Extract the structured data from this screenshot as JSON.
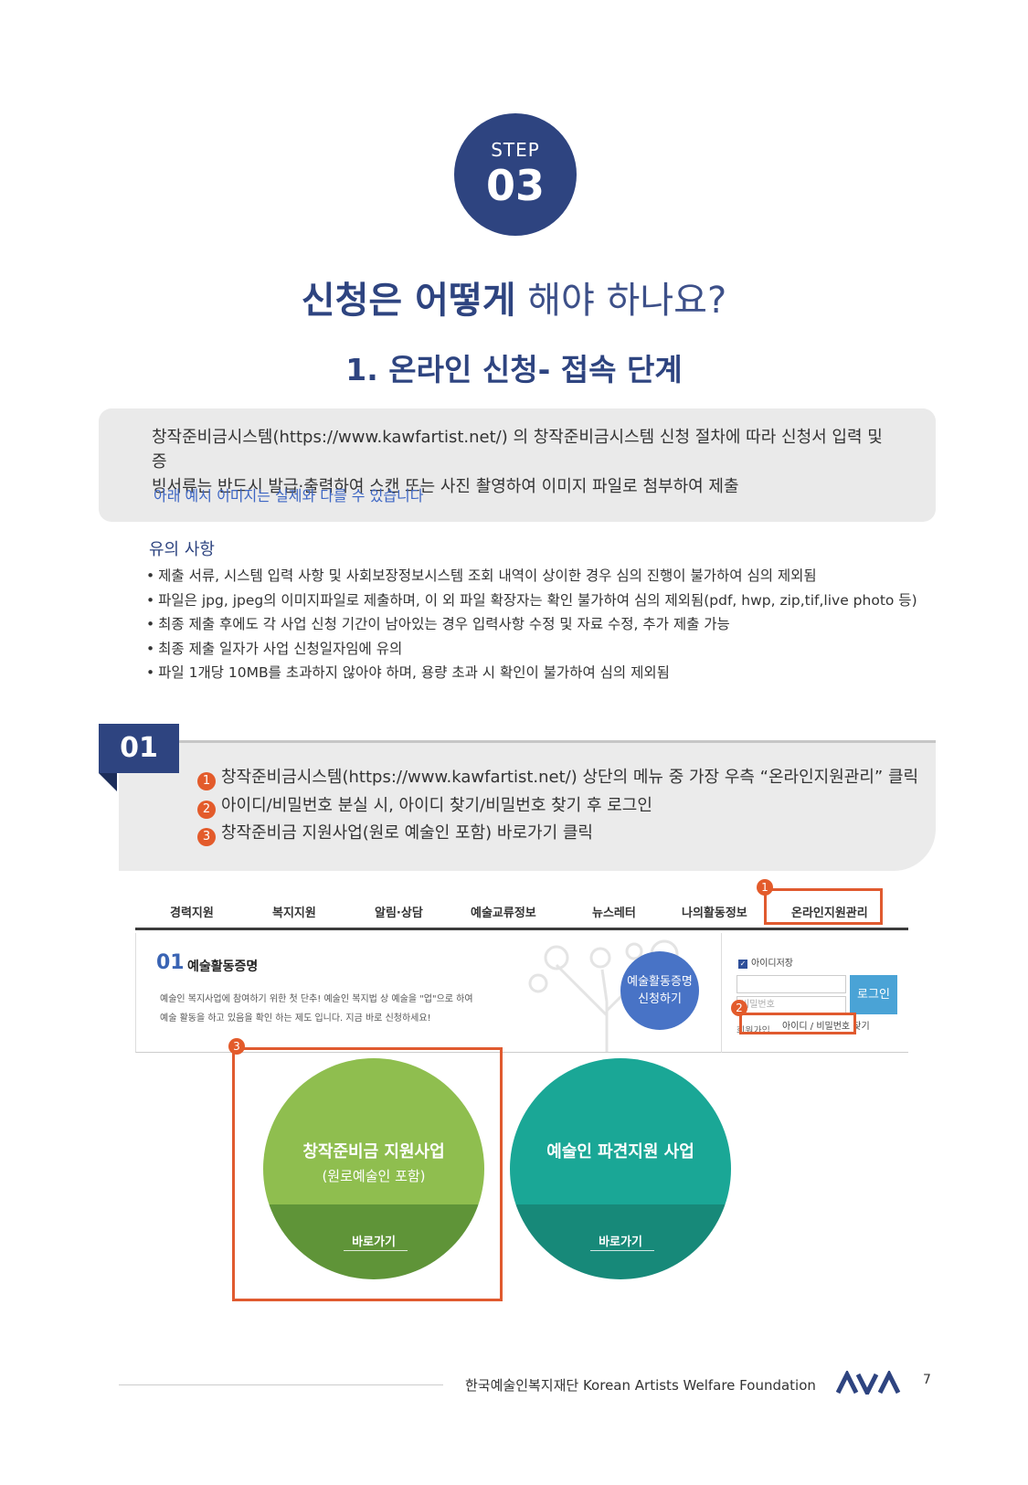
{
  "header": {
    "step_label": "STEP",
    "step_number": "03",
    "title_strong": "신청은 어떻게",
    "title_light": " 해야 하나요?",
    "subtitle": "1. 온라인 신청- 접속 단계"
  },
  "intro": {
    "line1": "창작준비금시스템(https://www.kawfartist.net/) 의 창작준비금시스템 신청 절차에 따라 신청서 입력 및 증",
    "line2": "빙서류는 반드시 발급·출력하여 스캔 또는 사진 촬영하여 이미지 파일로 첨부하여 제출",
    "note": "아래 예시 이미지는 실제와 다를 수 있습니다"
  },
  "notes": {
    "title": "유의 사항",
    "items": [
      "제출 서류, 시스템 입력 사항 및 사회보장정보시스템 조회 내역이 상이한 경우 심의 진행이 불가하여 심의 제외됨",
      "파일은 jpg, jpeg의 이미지파일로 제출하며, 이 외 파일 확장자는 확인 불가하여 심의 제외됨(pdf, hwp, zip,tif,live photo 등)",
      "최종 제출 후에도 각 사업 신청 기간이 남아있는 경우 입력사항 수정 및 자료 수정, 추가 제출 가능",
      "최종 제출 일자가 사업 신청일자임에 유의",
      "파일 1개당 10MB를 초과하지 않아야 하며, 용량 초과 시 확인이 불가하여 심의 제외됨"
    ]
  },
  "step_box": {
    "tab": "01",
    "items": [
      {
        "badge": "1",
        "text": "창작준비금시스템(https://www.kawfartist.net/) 상단의 메뉴 중 가장 우측 “온라인지원관리” 클릭"
      },
      {
        "badge": "2",
        "text": "아이디/비밀번호 분실 시, 아이디 찾기/비밀번호 찾기 후 로그인"
      },
      {
        "badge": "3",
        "text": "창작준비금 지원사업(원로 예술인 포함) 바로가기 클릭"
      }
    ]
  },
  "screenshot": {
    "menu": [
      "경력지원",
      "복지지원",
      "알림·상담",
      "예술교류정보",
      "뉴스레터",
      "나의활동정보",
      "온라인지원관리"
    ],
    "panel": {
      "num": "01",
      "title": "예술활동증명",
      "desc1": "예술인 복지사업에 참여하기 위한 첫 단추! 예술인 복지법 상 예술을 \"업\"으로 하여",
      "desc2": "예술 활동을 하고 있음을 확인 하는 제도 입니다. 지금 바로 신청하세요!",
      "circle_line1": "예술활동증명",
      "circle_line2": "신청하기"
    },
    "login": {
      "save_id": "아이디저장",
      "password_placeholder": "비밀번호",
      "login_button": "로그인",
      "join": "회원가입",
      "find": "아이디 / 비밀번호 찾기"
    },
    "badges": [
      "1",
      "2",
      "3"
    ],
    "circles": [
      {
        "title": "창작준비금 지원사업",
        "sub": "(원로예술인 포함)",
        "go": "바로가기"
      },
      {
        "title": "예술인 파견지원 사업",
        "sub": "",
        "go": "바로가기"
      }
    ]
  },
  "footer": {
    "org": "한국예술인복지재단  Korean Artists Welfare Foundation",
    "page": "7"
  },
  "colors": {
    "navy": "#2e4480",
    "accent_orange": "#e35b2b",
    "green": "#8fbe4f",
    "teal": "#1aa796"
  }
}
